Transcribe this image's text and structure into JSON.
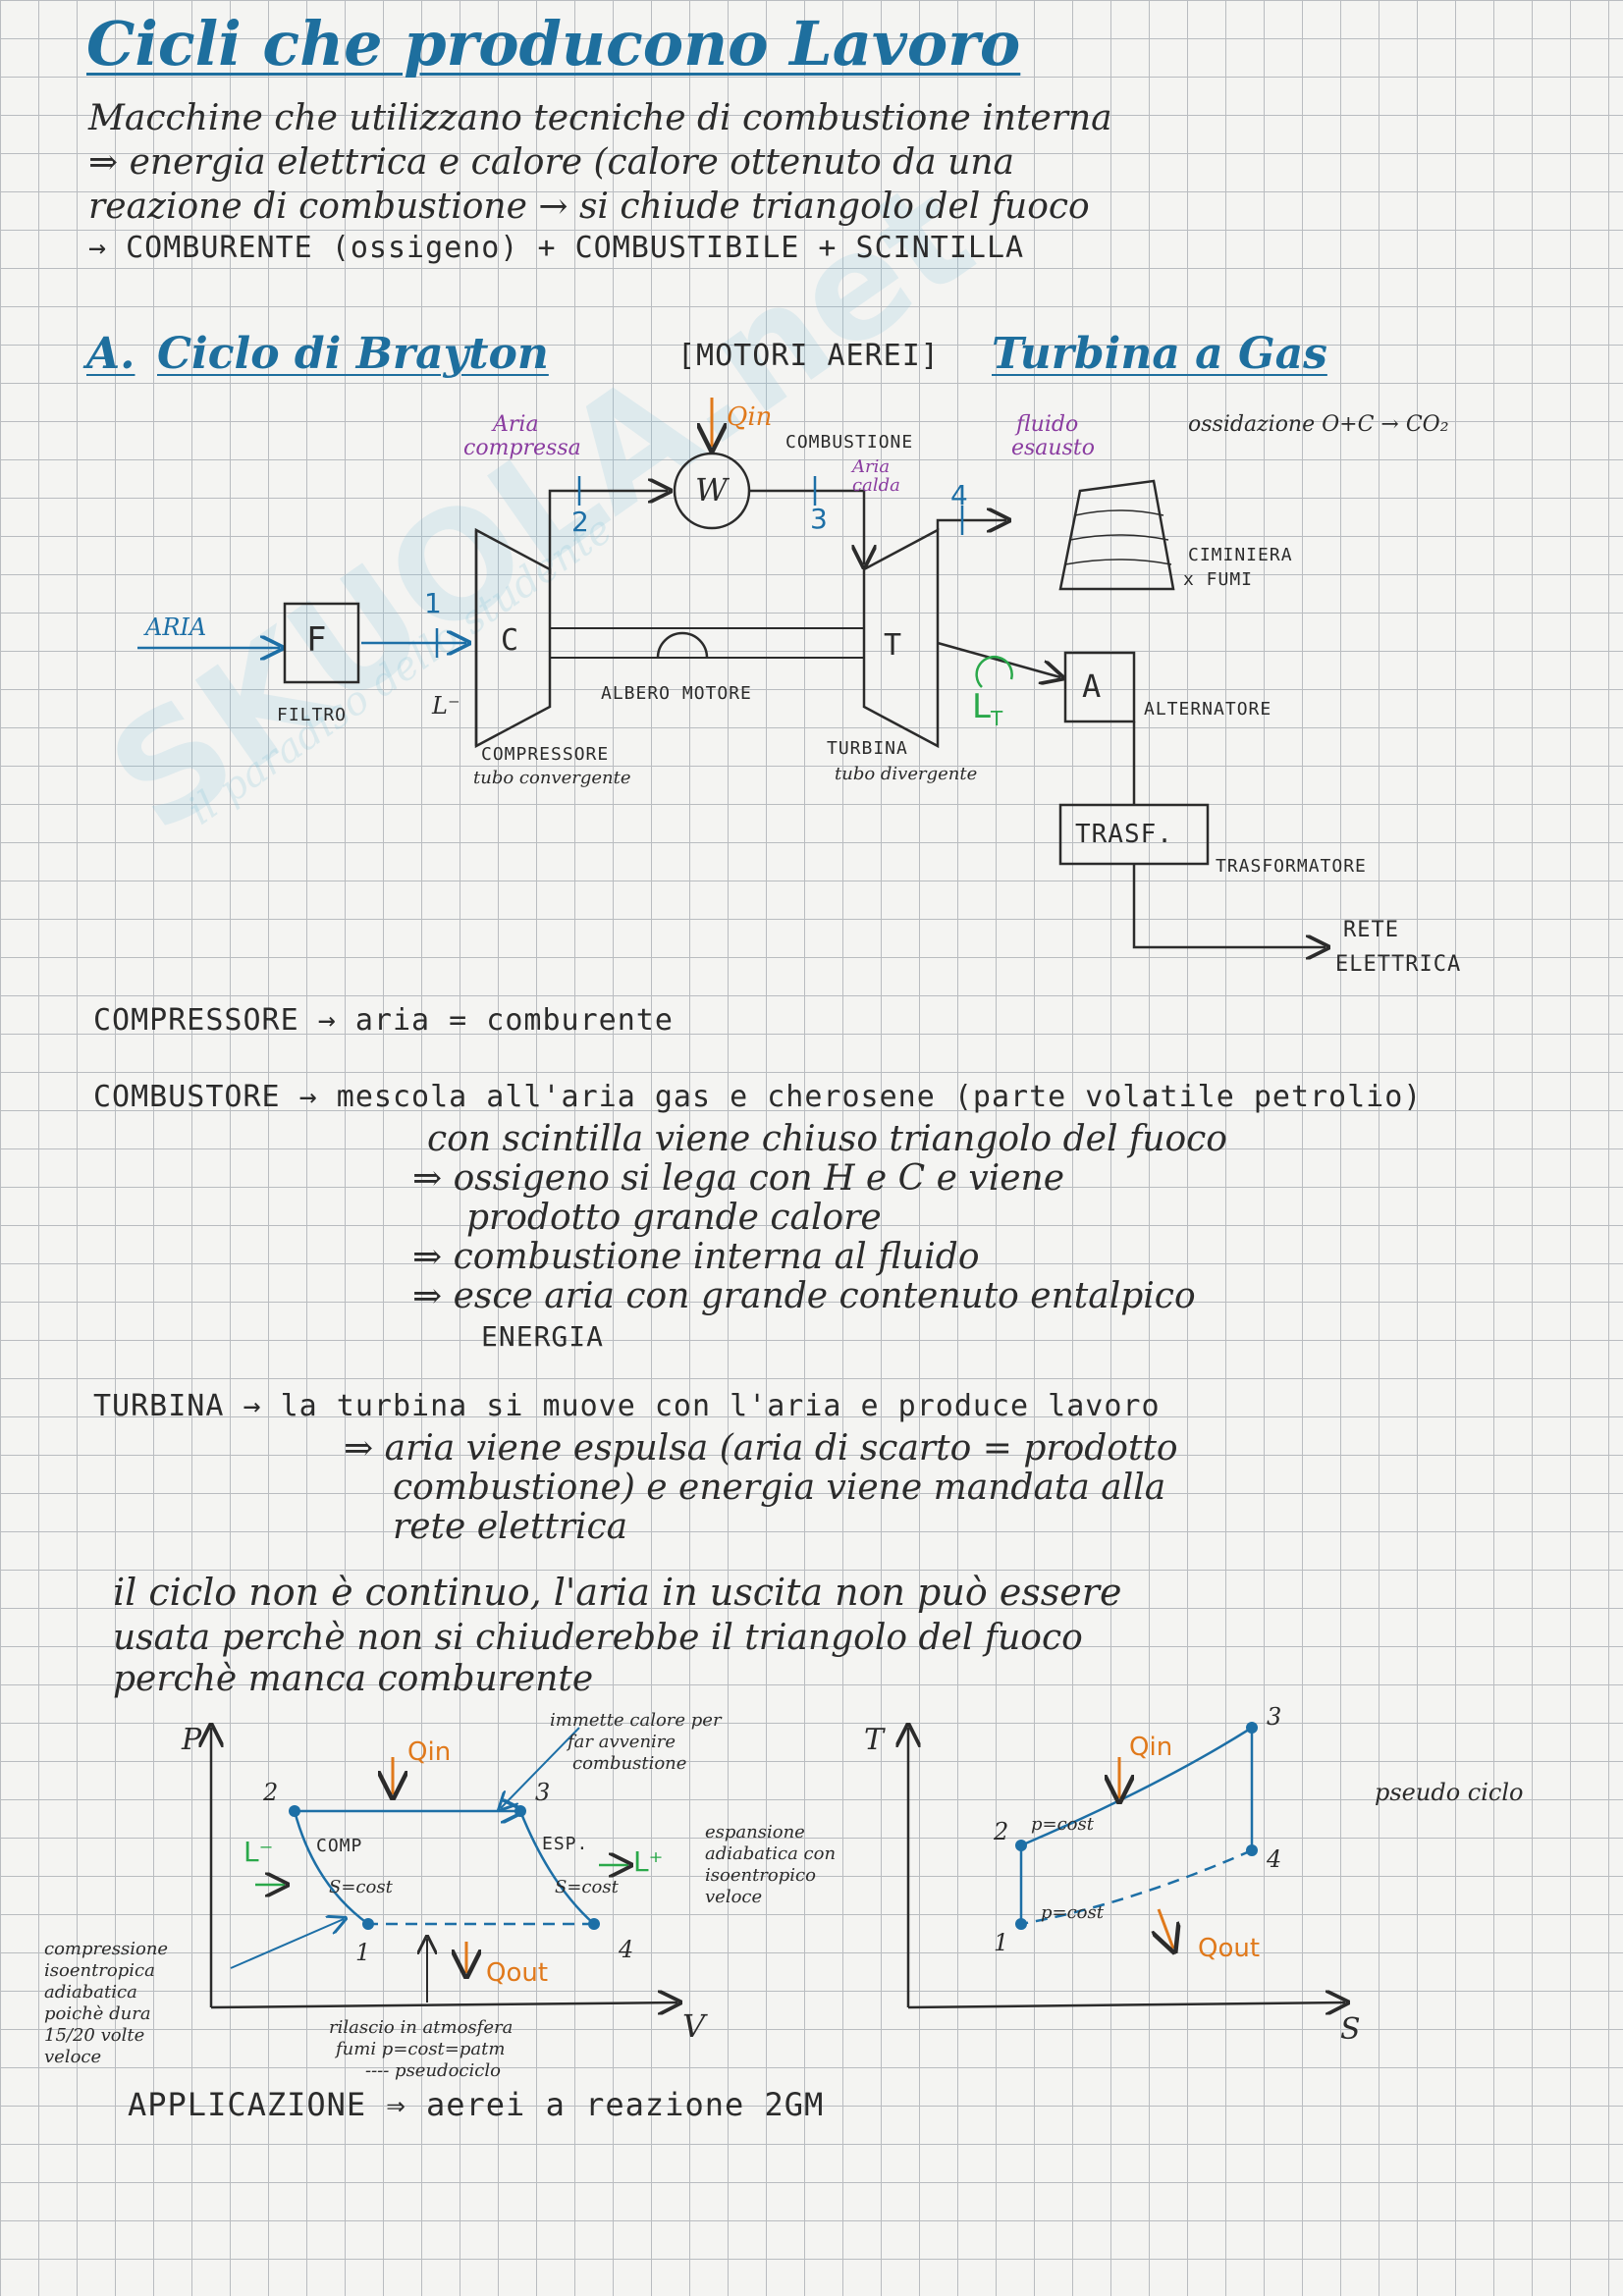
{
  "title": "Cicli che producono Lavoro",
  "intro": [
    "Macchine che utilizzano tecniche di combustione interna",
    "⇒ energia elettrica e calore (calore ottenuto da una",
    "reazione di combustione → si chiude triangolo del fuoco",
    "→ COMBURENTE (ossigeno) + COMBUSTIBILE + SCINTILLA"
  ],
  "watermark": "SKUOLA.net",
  "watermark_tagline": "il paradiso dello studente",
  "section_a": {
    "letter": "A.",
    "title": "Ciclo di Brayton",
    "bracket": "[MOTORI AEREI]",
    "title2": "Turbina a Gas"
  },
  "diagram": {
    "aria_compressa": [
      "Aria",
      "compressa"
    ],
    "qin": "Qin",
    "combustione": "COMBUSTIONE",
    "aria_calda": [
      "Aria",
      "calda"
    ],
    "fluido_esausto": [
      "fluido",
      "esausto"
    ],
    "ossidazione": "ossidazione O+C → CO₂",
    "ciminiera": [
      "CIMINIERA",
      "x FUMI"
    ],
    "aria_in": "ARIA",
    "filtro_box": "F",
    "filtro_label": "FILTRO",
    "compressor_box": "C",
    "turbine_box": "T",
    "burner_box": "W",
    "alternatore_box": "A",
    "alternatore_label": "ALTERNATORE",
    "albero": "ALBERO MOTORE",
    "compressore_label": [
      "COMPRESSORE",
      "tubo convergente"
    ],
    "turbina_label": [
      "TURBINA",
      "tubo divergente"
    ],
    "l_minus": "L⁻",
    "lt": "L",
    "lt_sub": "T",
    "trasf_box": "TRASF.",
    "trasformatore_label": "TRASFORMATORE",
    "rete": [
      "RETE",
      "ELETTRICA"
    ],
    "points": [
      "1",
      "2",
      "3",
      "4"
    ]
  },
  "notes": [
    "COMPRESSORE → aria = comburente",
    "COMBUSTORE → mescola all'aria gas e cherosene (parte volatile petrolio)",
    "con scintilla viene chiuso triangolo del fuoco",
    "⇒ ossigeno si lega con H e C e viene",
    "prodotto grande calore",
    "⇒ combustione interna al fluido",
    "⇒ esce aria con grande contenuto entalpico",
    "ENERGIA",
    "TURBINA → la turbina si muove con l'aria e produce lavoro",
    "⇒ aria viene espulsa (aria di scarto = prodotto",
    "combustione) e energia viene mandata alla",
    "rete elettrica",
    "il ciclo non è continuo, l'aria in uscita non può essere",
    "usata perchè non si chiuderebbe il triangolo del fuoco",
    "perchè manca comburente"
  ],
  "pv_chart": {
    "y_axis": "P",
    "x_axis": "V",
    "qin": "Qin",
    "qout": "Qout",
    "l_minus": "L⁻",
    "l_plus": "L⁺",
    "comp": "COMP",
    "s_cost_1": "S=cost",
    "esp": "ESP.",
    "s_cost_2": "S=cost",
    "immissione_calore": [
      "immette calore per",
      "far avvenire",
      "combustione"
    ],
    "espansione_note": [
      "espansione",
      "adiabatica con",
      "isoentropico",
      "veloce"
    ],
    "compressione_note": [
      "compressione",
      "isoentropica",
      "adiabatica",
      "poichè dura",
      "15/20 volte",
      "veloce"
    ],
    "rilascio_note": [
      "rilascio in atmosfera",
      "fumi p=cost=patm",
      "---- pseudociclo"
    ],
    "points": [
      "1",
      "2",
      "3",
      "4"
    ]
  },
  "ts_chart": {
    "y_axis": "T",
    "x_axis": "S",
    "qin": "Qin",
    "qout": "Qout",
    "p_cost_top": "p=cost",
    "p_cost_bottom": "p=cost",
    "pseudo": "pseudo ciclo",
    "points": [
      "1",
      "2",
      "3",
      "4"
    ]
  },
  "applicazione": "APPLICAZIONE ⇒ aerei a reazione 2GM",
  "colors": {
    "heading": "#1e6f9e",
    "blue_ink": "#1d6fa6",
    "purple_ink": "#8a3ca0",
    "orange_ink": "#e0791b",
    "green_ink": "#2aa84a"
  }
}
